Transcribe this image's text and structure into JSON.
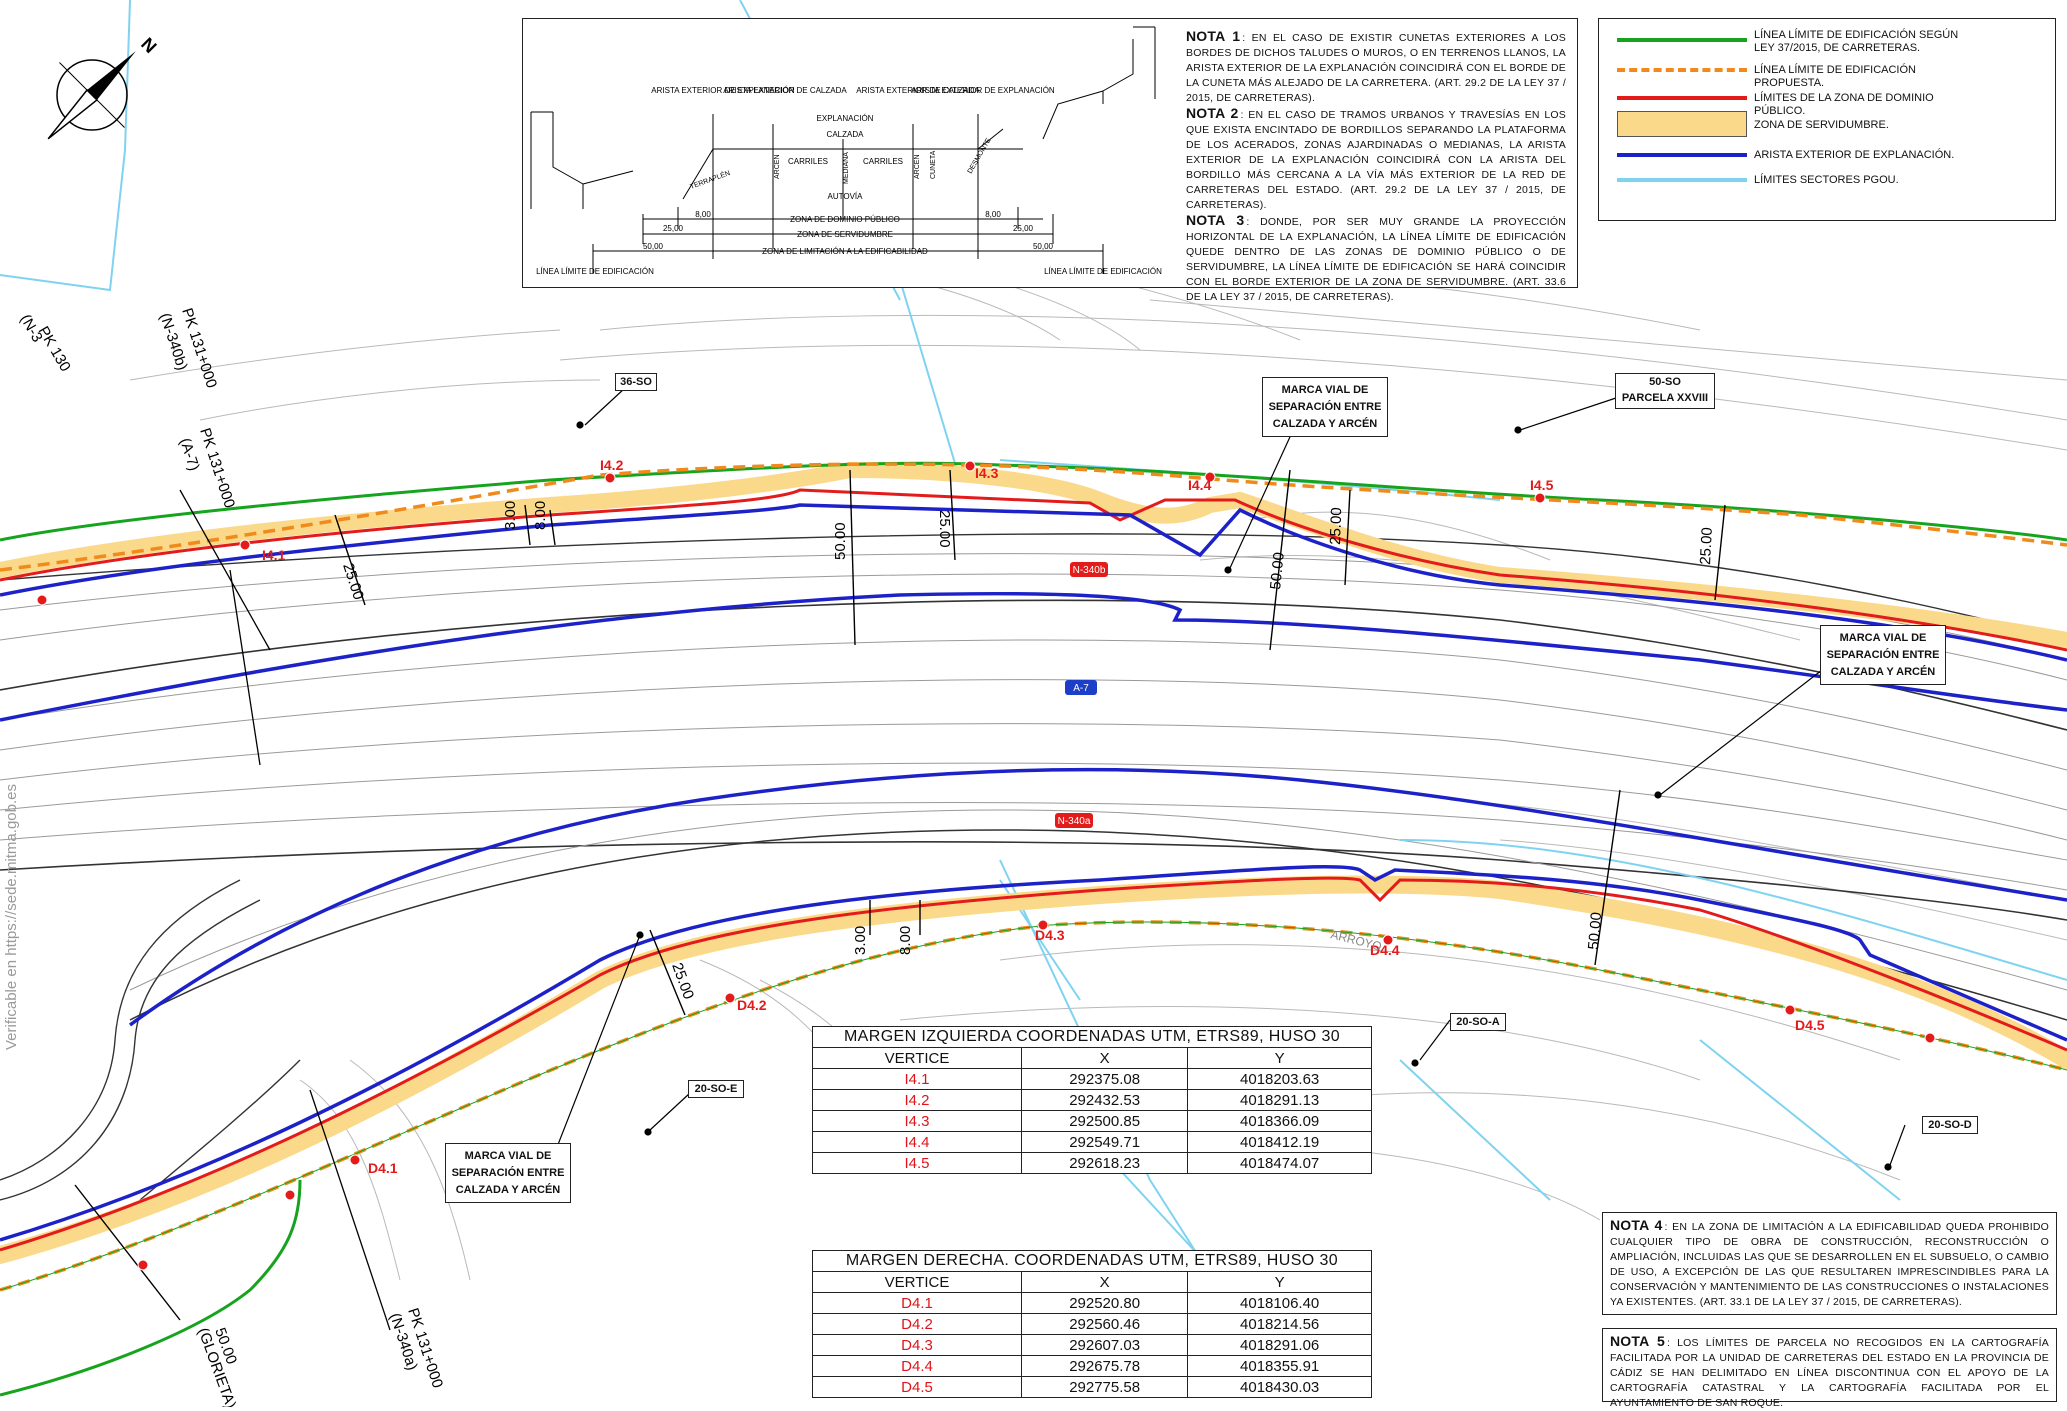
{
  "north_label": "N",
  "section": {
    "labels": {
      "ae_exp_l": "ARISTA EXTERIOR DE EXPLANACIÓN",
      "ae_calz_l": "ARISTA EXTERIOR DE CALZADA",
      "ae_calz_r": "ARISTA EXTERIOR DE CALZADA",
      "ae_exp_r": "ARISTA EXTERIOR DE EXPLANACIÓN",
      "explanacion": "EXPLANACIÓN",
      "calzada": "CALZADA",
      "carriles_l": "CARRILES",
      "carriles_r": "CARRILES",
      "arcen_l": "ARCÉN",
      "arcen_r": "ARCÉN",
      "mediana": "MEDIANA",
      "cuneta": "CUNETA",
      "desmonte": "DESMONTE",
      "terraplen": "TERRAPLÉN",
      "autovia": "AUTOVÍA",
      "zona_dominio": "ZONA DE DOMINIO PÚBLICO",
      "zona_servidumbre": "ZONA DE SERVIDUMBRE",
      "zona_limitacion": "ZONA DE LIMITACIÓN A LA EDIFICABILIDAD",
      "linea_limite_l": "LÍNEA LÍMITE DE EDIFICACIÓN",
      "linea_limite_r": "LÍNEA LÍMITE DE EDIFICACIÓN",
      "d8_l": "8,00",
      "d8_r": "8,00",
      "d25_l": "25,00",
      "d25_r": "25,00",
      "d50_l": "50,00",
      "d50_r": "50,00"
    }
  },
  "notes": {
    "n1_title": "NOTA 1",
    "n1_text": ": EN EL CASO DE EXISTIR CUNETAS EXTERIORES A LOS BORDES DE DICHOS TALUDES O MUROS, O EN TERRENOS LLANOS, LA ARISTA EXTERIOR DE LA EXPLANACIÓN COINCIDIRÁ CON EL BORDE DE LA CUNETA MÁS ALEJADO DE LA CARRETERA. (ART. 29.2 DE LA LEY 37 / 2015, DE CARRETERAS).",
    "n2_title": "NOTA 2",
    "n2_text": ": EN EL CASO DE TRAMOS URBANOS Y TRAVESÍAS EN LOS QUE EXISTA ENCINTADO DE BORDILLOS SEPARANDO LA PLATAFORMA DE LOS ACERADOS, ZONAS AJARDINADAS O MEDIANAS, LA ARISTA EXTERIOR DE LA EXPLANACIÓN COINCIDIRÁ CON LA ARISTA DEL BORDILLO MÁS CERCANA A LA VÍA MÁS EXTERIOR DE LA RED DE CARRETERAS DEL ESTADO. (ART. 29.2 DE LA LEY 37 / 2015, DE CARRETERAS).",
    "n3_title": "NOTA 3",
    "n3_text": ": DONDE, POR SER MUY GRANDE LA PROYECCIÓN HORIZONTAL DE LA EXPLANACIÓN, LA LÍNEA LÍMITE DE EDIFICACIÓN QUEDE DENTRO DE LAS ZONAS DE DOMINIO PÚBLICO O DE SERVIDUMBRE, LA LÍNEA LÍMITE DE EDIFICACIÓN SE HARÁ COINCIDIR CON EL BORDE EXTERIOR DE LA ZONA DE SERVIDUMBRE. (ART. 33.6 DE LA LEY 37 / 2015, DE CARRETERAS).",
    "n4_title": "NOTA 4",
    "n4_text": ": EN LA ZONA DE LIMITACIÓN A LA EDIFICABILIDAD QUEDA PROHIBIDO CUALQUIER TIPO DE OBRA DE CONSTRUCCIÓN, RECONSTRUCCIÓN O AMPLIACIÓN, INCLUIDAS LAS QUE SE DESARROLLEN EN EL SUBSUELO, O CAMBIO DE USO, A EXCEPCIÓN DE LAS QUE RESULTAREN IMPRESCINDIBLES PARA LA CONSERVACIÓN Y MANTENIMIENTO DE LAS CONSTRUCCIONES O INSTALACIONES YA EXISTENTES. (ART. 33.1 DE LA LEY 37 / 2015, DE CARRETERAS).",
    "n5_title": "NOTA 5",
    "n5_text": ": LOS LÍMITES DE PARCELA NO RECOGIDOS EN LA CARTOGRAFÍA FACILITADA POR LA UNIDAD DE CARRETERAS DEL ESTADO EN LA PROVINCIA DE CÁDIZ SE HAN DELIMITADO EN LÍNEA DISCONTINUA CON EL APOYO DE LA CARTOGRAFÍA CATASTRAL Y LA CARTOGRAFÍA FACILITADA POR EL AYUNTAMIENTO DE SAN ROQUE."
  },
  "legend": [
    {
      "label": "LÍNEA LÍMITE DE EDIFICACIÓN SEGÚN LEY 37/2015, DE CARRETERAS.",
      "color": "#16a31e",
      "style": "solid"
    },
    {
      "label": "LÍNEA LÍMITE DE EDIFICACIÓN PROPUESTA.",
      "color": "#f08a1c",
      "style": "dashed"
    },
    {
      "label": "LÍMITES DE LA ZONA DE DOMINIO PÚBLICO.",
      "color": "#e31b1b",
      "style": "solid"
    },
    {
      "label": "ZONA DE SERVIDUMBRE.",
      "color": "#fbd98a",
      "style": "fill"
    },
    {
      "label": "ARISTA EXTERIOR DE EXPLANACIÓN.",
      "color": "#1d22c8",
      "style": "solid"
    },
    {
      "label": "LÍMITES SECTORES PGOU.",
      "color": "#7fd3f0",
      "style": "solid"
    }
  ],
  "tables": {
    "left": {
      "caption": "MARGEN IZQUIERDA  COORDENADAS UTM, ETRS89, HUSO 30",
      "headers": [
        "VERTICE",
        "X",
        "Y"
      ],
      "rows": [
        [
          "I4.1",
          "292375.08",
          "4018203.63"
        ],
        [
          "I4.2",
          "292432.53",
          "4018291.13"
        ],
        [
          "I4.3",
          "292500.85",
          "4018366.09"
        ],
        [
          "I4.4",
          "292549.71",
          "4018412.19"
        ],
        [
          "I4.5",
          "292618.23",
          "4018474.07"
        ]
      ]
    },
    "right": {
      "caption": "MARGEN DERECHA. COORDENADAS UTM, ETRS89, HUSO 30",
      "headers": [
        "VERTICE",
        "X",
        "Y"
      ],
      "rows": [
        [
          "D4.1",
          "292520.80",
          "4018106.40"
        ],
        [
          "D4.2",
          "292560.46",
          "4018214.56"
        ],
        [
          "D4.3",
          "292607.03",
          "4018291.06"
        ],
        [
          "D4.4",
          "292675.78",
          "4018355.91"
        ],
        [
          "D4.5",
          "292775.58",
          "4018430.03"
        ]
      ]
    }
  },
  "callouts": {
    "marca_vial_1": "MARCA VIAL DE SEPARACIÓN ENTRE CALZADA Y ARCÉN",
    "marca_vial_2": "MARCA VIAL DE SEPARACIÓN ENTRE CALZADA Y ARCÉN",
    "marca_vial_3": "MARCA VIAL DE SEPARACIÓN ENTRE CALZADA Y ARCÉN",
    "parcela_50": "50-SO",
    "parcela_50_sub": "PARCELA XXVIII",
    "sector_36": "36-SO",
    "sector_20a": "20-SO-A",
    "sector_20e": "20-SO-E",
    "sector_20d": "20-SO-D"
  },
  "road_badges": {
    "n340b": "N-340b",
    "a7": "A-7",
    "n340a": "N-340a"
  },
  "pk_labels": {
    "pk1": "PK 131+000",
    "pk1_sub": "(N-340b)",
    "pk2": "PK 131+000",
    "pk2_sub": "(A-7)",
    "pk3": "PK 131+000",
    "pk3_sub": "(N-340a)",
    "pk_top": "PK 130",
    "pk_top_sub": "(N-3",
    "glorieta": "50.00",
    "glorieta_sub": "(GLORIETA)",
    "arroyo": "ARROYO"
  },
  "dimensions": {
    "d1": "25.00",
    "d2": "3.00",
    "d3": "8.00",
    "d4": "50.00",
    "d5": "25.00",
    "d6": "50.00",
    "d7": "25.00",
    "d8": "25.00",
    "d9": "3.00",
    "d10": "8.00",
    "d11": "25.00",
    "d12": "50.00"
  },
  "vertex_labels": {
    "I41": "I4.1",
    "I42": "I4.2",
    "I43": "I4.3",
    "I44": "I4.4",
    "I45": "I4.5",
    "D41": "D4.1",
    "D42": "D4.2",
    "D43": "D4.3",
    "D44": "D4.4",
    "D45": "D4.5"
  },
  "side_text": "Verificable en https://sede.mitma.gob.es",
  "colors": {
    "edif_ley": "#16a31e",
    "edif_prop": "#f08a1c",
    "dominio": "#e31b1b",
    "servidumbre": "#fbd98a",
    "explanacion": "#1d22c8",
    "pgou": "#7fd3f0",
    "badge_red": "#e31b1b",
    "badge_blue": "#1d3fc8"
  }
}
